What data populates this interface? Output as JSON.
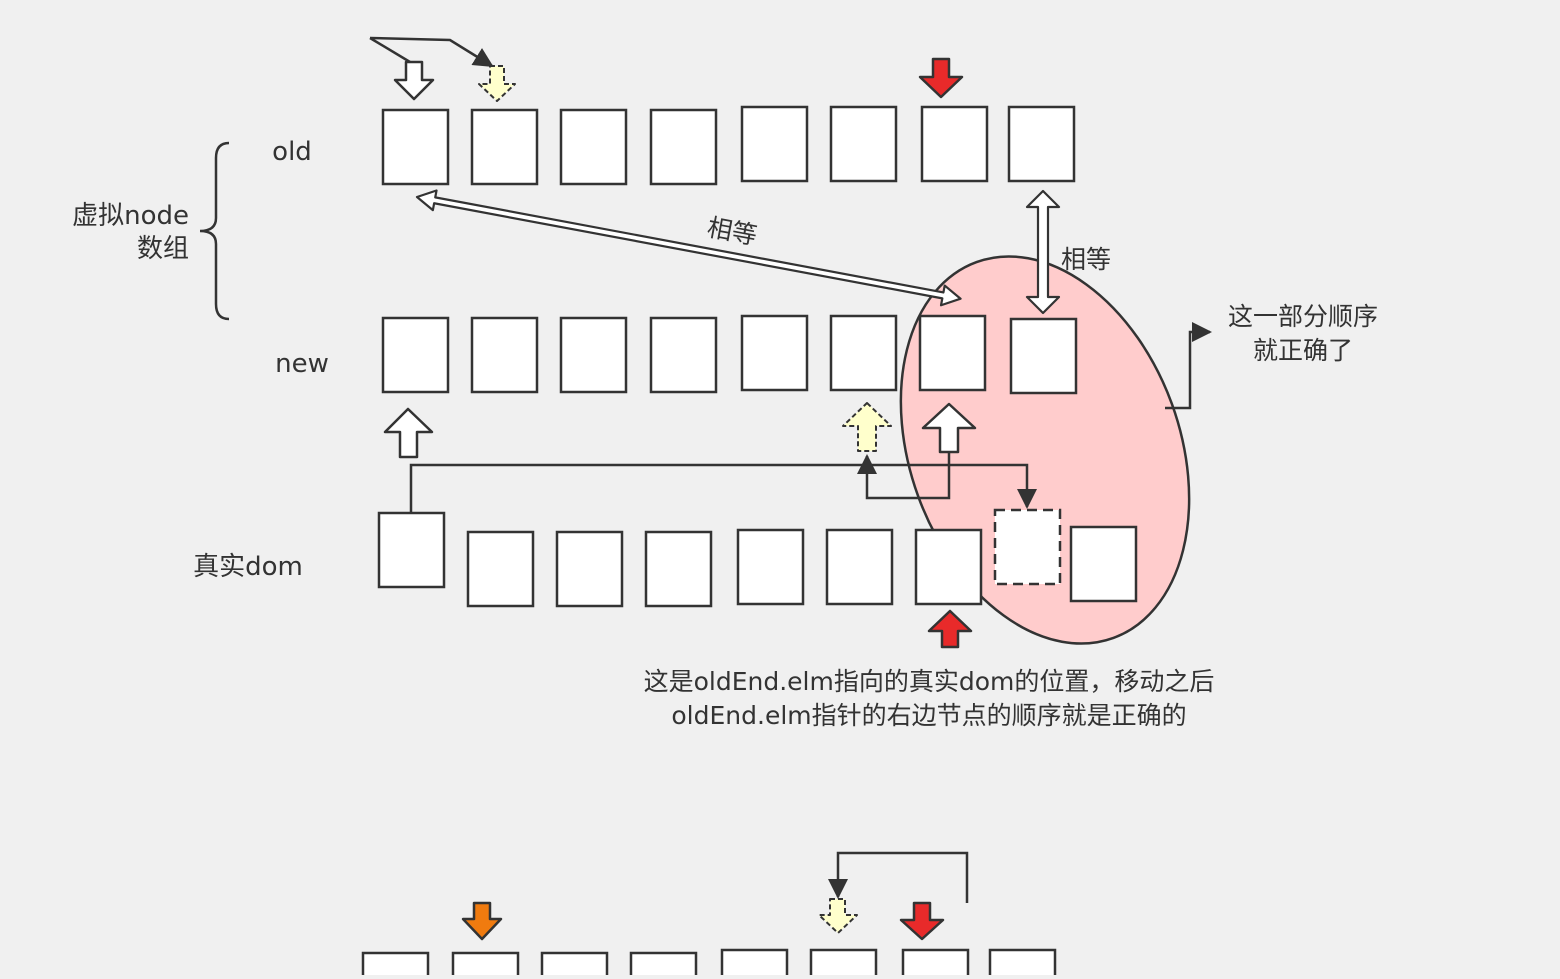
{
  "labels": {
    "old": "old",
    "vnode_line1": "虚拟node",
    "vnode_line2": "数组",
    "new": "new",
    "real_dom": "真实dom",
    "equal_1": "相等",
    "equal_2": "相等",
    "correct_line1": "这一部分顺序",
    "correct_line2": "就正确了",
    "note_line1": "这是oldEnd.elm指向的真实dom的位置，移动之后",
    "note_line2": "oldEnd.elm指针的右边节点的顺序就是正确的"
  },
  "colors": {
    "background": "#f0f0f0",
    "stroke": "#333333",
    "node_fill": "#ffffff",
    "highlight_ellipse": "#ffcccc",
    "arrow_red": "#e82a2a",
    "arrow_orange": "#f07b0f",
    "arrow_pale_yellow": "#ffffcc",
    "arrow_white": "#ffffff"
  }
}
